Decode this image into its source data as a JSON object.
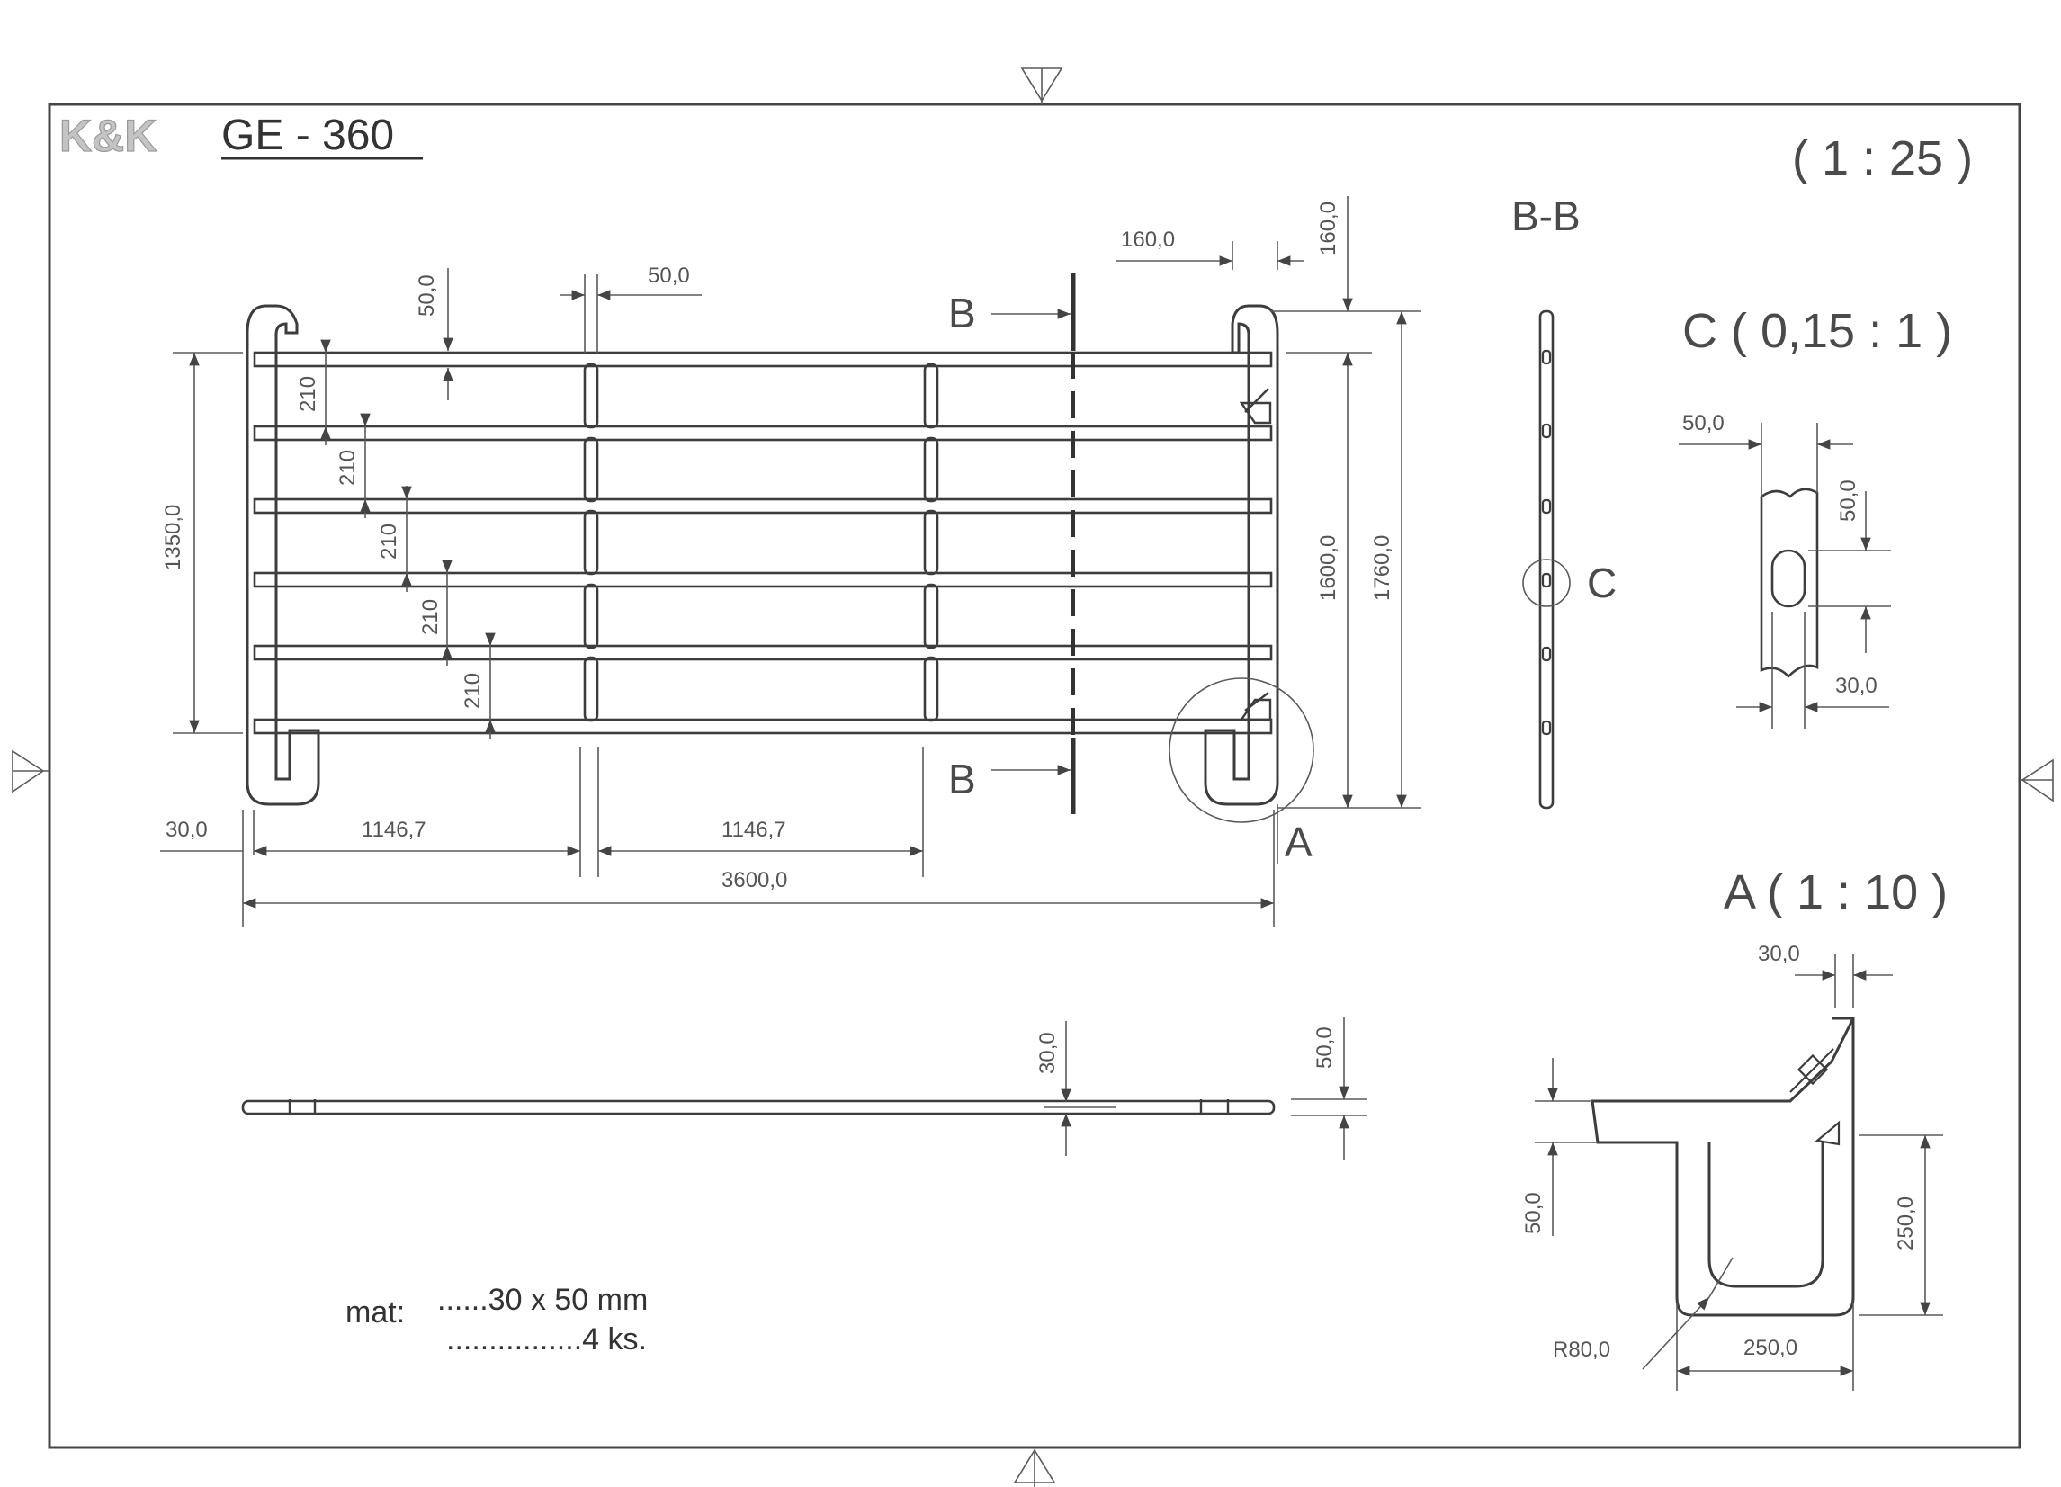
{
  "drawing": {
    "logo": "K&K",
    "title": "GE - 360",
    "scale": "( 1 : 25 )",
    "colors": {
      "line": "#3d3d3d",
      "paper": "#ffffff",
      "logo": "#c4c4c4"
    }
  },
  "front_view": {
    "section_mark": "B",
    "detail_mark": "A",
    "dims": {
      "top_offset": "160,0",
      "top_vertical": "160,0",
      "slot_width": "50,0",
      "rail_thickness": "50,0",
      "rail_gap_1": "210",
      "rail_gap_2": "210",
      "rail_gap_3": "210",
      "rail_gap_4": "210",
      "rail_gap_5": "210",
      "rails_span": "1350,0",
      "inner_height": "1600,0",
      "overall_height": "1760,0",
      "post_width": "30,0",
      "bay_1": "1146,7",
      "bay_2": "1146,7",
      "overall_length": "3600,0"
    }
  },
  "top_view": {
    "dims": {
      "tube_30": "30,0",
      "tube_50": "50,0"
    }
  },
  "section_bb": {
    "title": "B-B",
    "detail_mark": "C"
  },
  "detail_c": {
    "title": "C  ( 0,15 : 1 )",
    "dims": {
      "width": "50,0",
      "slot_height": "50,0",
      "slot_width": "30,0"
    }
  },
  "detail_a": {
    "title": "A  ( 1 : 10 )",
    "dims": {
      "top": "30,0",
      "bar": "50,0",
      "height": "250,0",
      "width": "250,0",
      "radius": "R80,0"
    }
  },
  "material": {
    "label": "mat:",
    "line1": "......30 x 50 mm",
    "line2": "................4 ks."
  }
}
